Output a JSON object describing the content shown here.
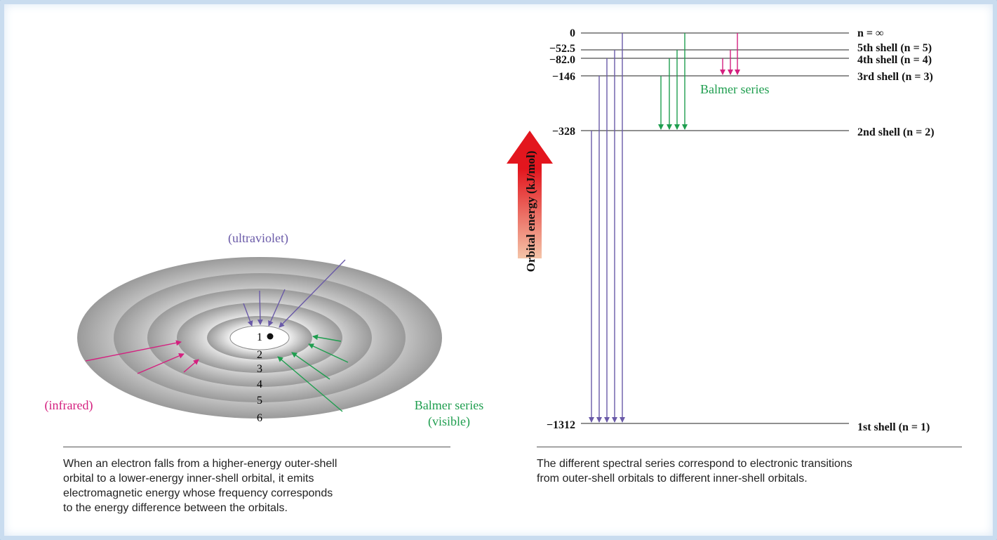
{
  "left_panel": {
    "shell_numbers": [
      "1",
      "2",
      "3",
      "4",
      "5",
      "6"
    ],
    "labels": {
      "ultraviolet": "(ultraviolet)",
      "infrared": "(infrared)",
      "balmer_line1": "Balmer series",
      "balmer_line2": "(visible)"
    },
    "caption": [
      "When an electron falls from a higher-energy outer-shell",
      "orbital to a lower-energy inner-shell orbital, it emits",
      "electromagnetic energy whose frequency corresponds",
      "to the energy difference between the orbitals."
    ]
  },
  "right_panel": {
    "axis_label": "Orbital energy (kJ/mol)",
    "levels": [
      {
        "value": "0",
        "label": "n = ∞"
      },
      {
        "value": "−52.5",
        "label": "5th shell (n = 5)"
      },
      {
        "value": "−82.0",
        "label": "4th shell (n = 4)"
      },
      {
        "value": "−146",
        "label": "3rd shell (n = 3)"
      },
      {
        "value": "−328",
        "label": "2nd shell (n = 2)"
      },
      {
        "value": "−1312",
        "label": "1st shell (n = 1)"
      }
    ],
    "balmer_label": "Balmer series",
    "caption": [
      "The different spectral series correspond to electronic transitions",
      "from outer-shell orbitals to different inner-shell orbitals."
    ]
  },
  "colors": {
    "ultraviolet": "#6a5aa8",
    "balmer": "#1f9e4f",
    "infrared": "#d4207f",
    "arrow_red": "#e3161e",
    "arrow_fade": "#f4c4a8"
  }
}
